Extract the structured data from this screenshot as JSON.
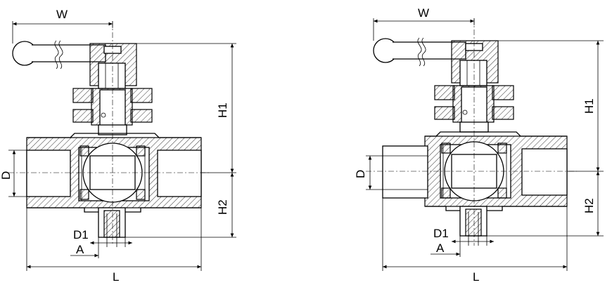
{
  "labels": {
    "width": "W",
    "height_upper": "H1",
    "height_lower": "H2",
    "diameter": "D",
    "diameter_outlet": "D1",
    "length": "L",
    "dim_a": "A"
  },
  "drawings": [
    {
      "id": "left",
      "variant": "female-female"
    },
    {
      "id": "right",
      "variant": "male-female"
    }
  ],
  "colors": {
    "line": "#000000",
    "background": "#ffffff"
  }
}
